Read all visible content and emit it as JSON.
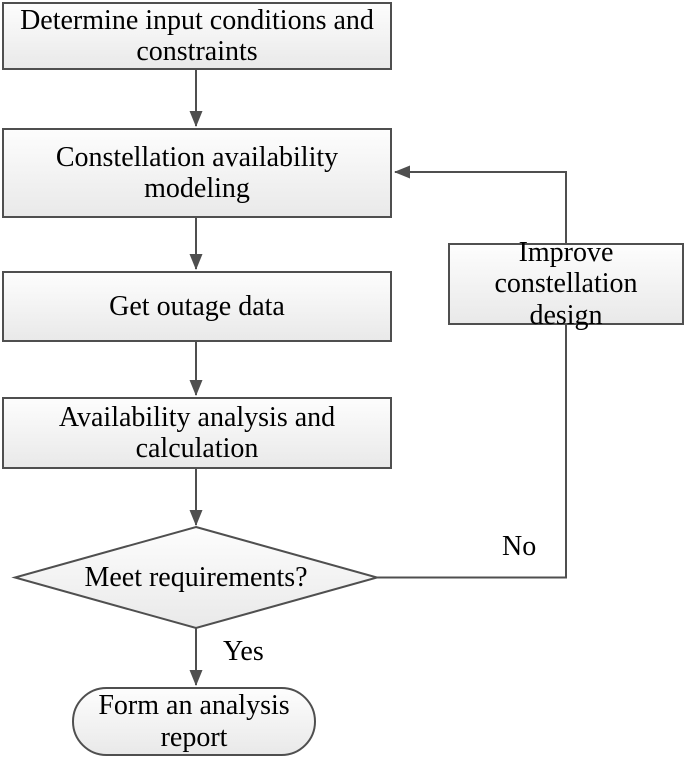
{
  "colors": {
    "background": "#ffffff",
    "border": "#4f4f4f",
    "line": "#4f4f4f",
    "fill_top": "#fdfdfd",
    "fill_bottom": "#e9e9e9",
    "text": "#000000"
  },
  "nodes": {
    "determine": {
      "label": "Determine input conditions and constraints"
    },
    "modeling": {
      "label": "Constellation availability modeling"
    },
    "outage": {
      "label": "Get outage data"
    },
    "analysis": {
      "label": "Availability analysis and calculation"
    },
    "decision": {
      "label": "Meet requirements?"
    },
    "improve": {
      "label": "Improve constellation design"
    },
    "report": {
      "label": "Form an analysis report"
    }
  },
  "edge_labels": {
    "yes": "Yes",
    "no": "No"
  }
}
